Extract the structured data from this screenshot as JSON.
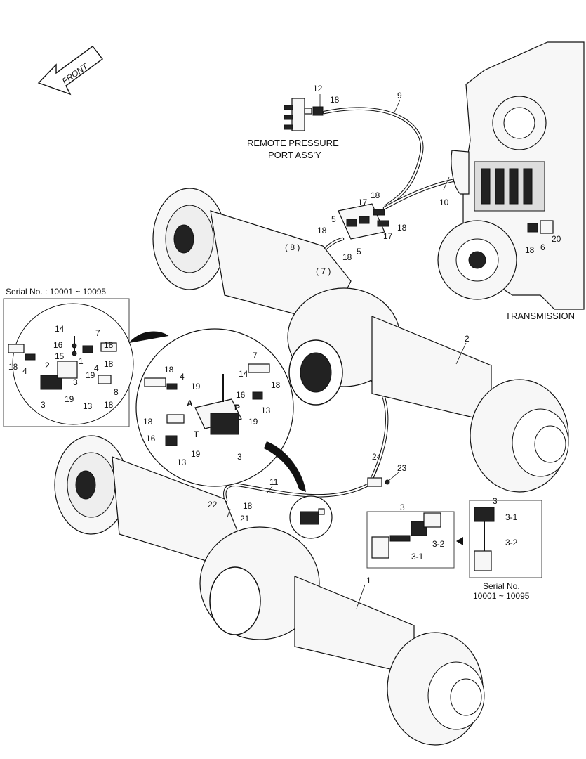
{
  "direction_arrow": {
    "label": "FRONT"
  },
  "captions": {
    "remote_port_line1": "REMOTE PRESSURE",
    "remote_port_line2": "PORT ASS'Y",
    "transmission": "TRANSMISSION"
  },
  "inset_left": {
    "title": "Serial No. : 10001 ~ 10095",
    "labels": [
      "14",
      "16",
      "15",
      "7",
      "18",
      "4",
      "19",
      "2",
      "1",
      "3",
      "4",
      "18",
      "18",
      "8",
      "19",
      "13",
      "3",
      "18"
    ]
  },
  "inset_bottom_right": {
    "number": "3",
    "labels": [
      "3-1",
      "3-2"
    ],
    "serial_line1": "Serial No.",
    "serial_line2": "10001 ~ 10095"
  },
  "inset_middle_right": {
    "number": "3",
    "labels": [
      "3-2",
      "3-1"
    ]
  },
  "detail_circle": {
    "labels": [
      "18",
      "4",
      "19",
      "14",
      "7",
      "18",
      "A",
      "16",
      "P",
      "13",
      "18",
      "19",
      "16",
      "T",
      "19",
      "13",
      "3"
    ]
  },
  "callouts": {
    "c1": "1",
    "c2": "2",
    "c5a": "5",
    "c5b": "5",
    "c6": "6",
    "c7": "( 7 )",
    "c8": "( 8 )",
    "c9": "9",
    "c10": "10",
    "c11": "11",
    "c12": "12",
    "c17a": "17",
    "c17b": "17",
    "c18a": "18",
    "c18b": "18",
    "c18c": "18",
    "c18d": "18",
    "c18e": "18",
    "c18f": "18",
    "c18g": "18",
    "c20": "20",
    "c21": "21",
    "c22": "22",
    "c23": "23",
    "c24": "24"
  }
}
